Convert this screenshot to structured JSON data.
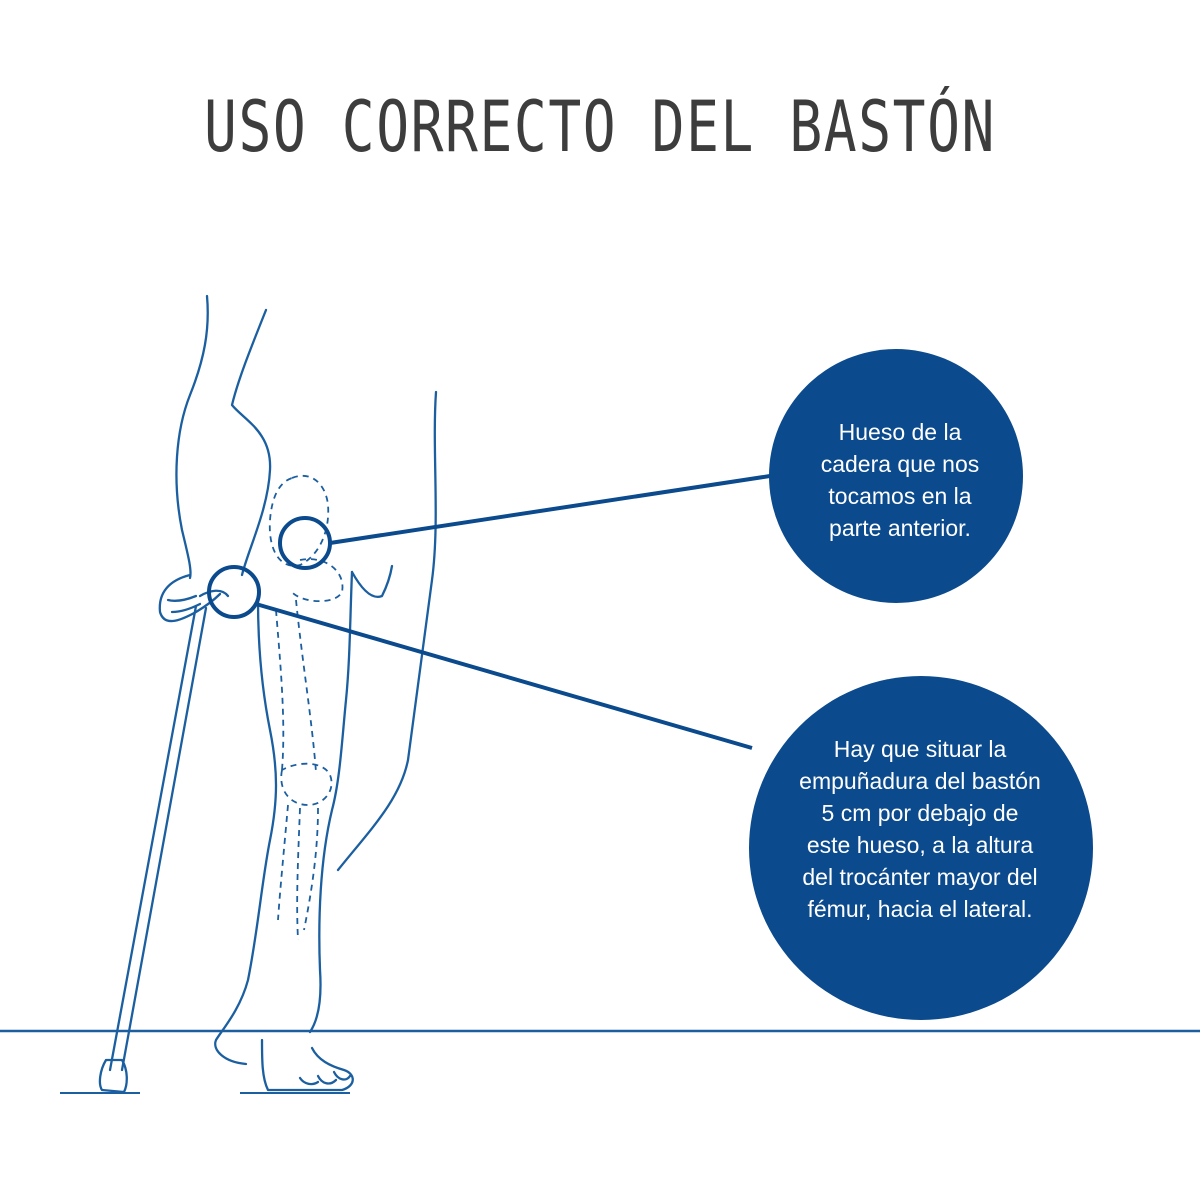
{
  "title": "USO CORRECTO DEL BASTÓN",
  "colors": {
    "line": "#1b5fa0",
    "circle_fill": "#0b4a8d",
    "title": "#3d3d3d",
    "text_on_circle": "#ffffff"
  },
  "callouts": [
    {
      "text": "Hueso de la\ncadera que nos\ntocamos en la\nparte anterior."
    },
    {
      "text": "Hay que situar la\nempuñadura del bastón\n5 cm por debajo de\neste hueso, a la altura\ndel trocánter mayor del\nfémur, hacia el lateral."
    }
  ]
}
